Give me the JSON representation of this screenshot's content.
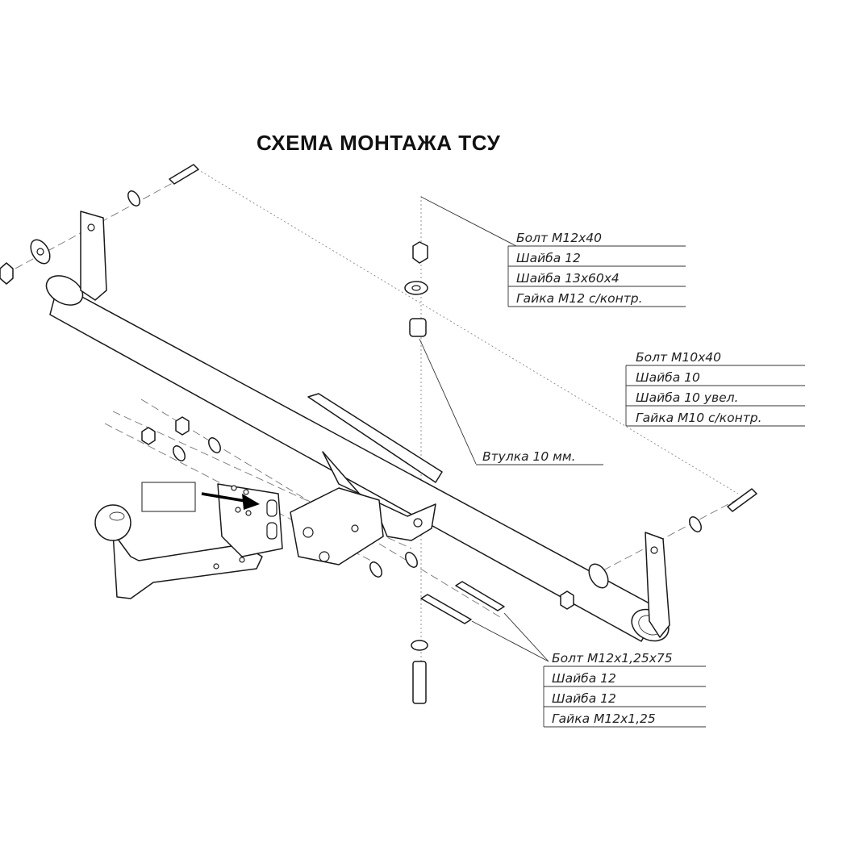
{
  "title": "СХЕМА МОНТАЖА ТСУ",
  "callouts": {
    "group1": [
      "Болт М12х40",
      "Шайба 12",
      "Шайба 13х60х4",
      "Гайка М12 с/контр."
    ],
    "group2": [
      "Болт М10х40",
      "Шайба 10",
      "Шайба 10 увел.",
      "Гайка М10 с/контр."
    ],
    "bushing": "Втулка 10 мм.",
    "group3": [
      "Болт М12х1,25х75",
      "Шайба 12",
      "Шайба 12",
      "Гайка М12х1,25"
    ]
  },
  "colors": {
    "line": "#1a1a1a",
    "background": "#ffffff"
  },
  "icons": {
    "arrow": "arrow-right-icon"
  }
}
